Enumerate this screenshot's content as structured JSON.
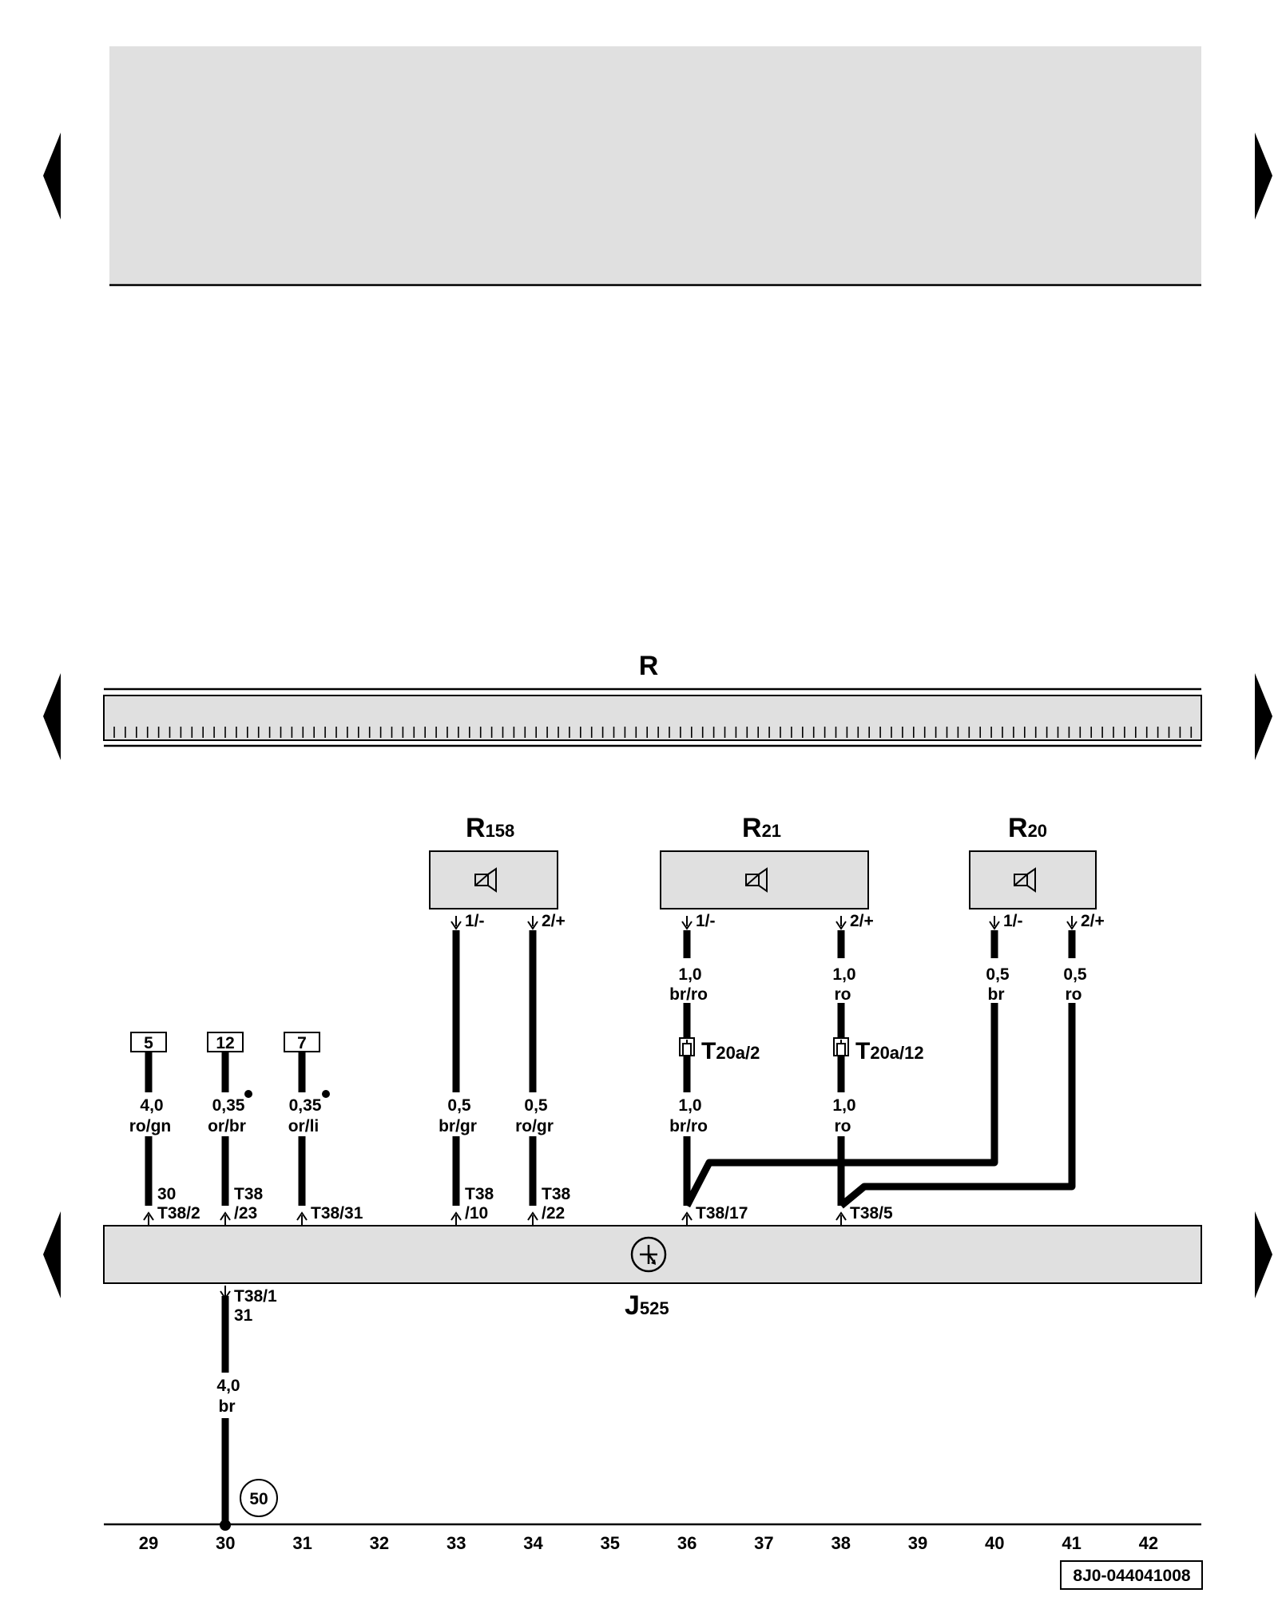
{
  "colors": {
    "panel_gray": "#e0e0e0",
    "ink": "#000000"
  },
  "nav": {
    "left_arrow_icon": "triangle-left-icon",
    "right_arrow_icon": "triangle-right-icon"
  },
  "bus": {
    "label": "R"
  },
  "module": {
    "letter": "J",
    "sub": "525",
    "icon": "processor-symbol-icon"
  },
  "speakers": [
    {
      "letter": "R",
      "sub": "158",
      "icon": "speaker-icon",
      "pins": [
        "1/-",
        "2/+"
      ]
    },
    {
      "letter": "R",
      "sub": "21",
      "icon": "speaker-icon",
      "pins": [
        "1/-",
        "2/+"
      ]
    },
    {
      "letter": "R",
      "sub": "20",
      "icon": "speaker-icon",
      "pins": [
        "1/-",
        "2/+"
      ]
    }
  ],
  "fuse_boxes": [
    "5",
    "12",
    "7"
  ],
  "wires": [
    {
      "gauge": "4,0",
      "color": "ro/gn",
      "term": "30",
      "pin": "T38/2"
    },
    {
      "gauge": "0,35",
      "color": "or/br",
      "pin_a": "T38",
      "pin_b": "/23"
    },
    {
      "gauge": "0,35",
      "color": "or/li",
      "pin": "T38/31"
    },
    {
      "gauge": "0,5",
      "color": "br/gr",
      "pin_a": "T38",
      "pin_b": "/10"
    },
    {
      "gauge": "0,5",
      "color": "ro/gr",
      "pin_a": "T38",
      "pin_b": "/22"
    },
    {
      "gauge_top": "1,0",
      "color_top": "br/ro",
      "gauge_bottom": "1,0",
      "color_bottom": "br/ro",
      "pin": "T38/17"
    },
    {
      "gauge_top": "1,0",
      "color_top": "ro",
      "gauge_bottom": "1,0",
      "color_bottom": "ro",
      "pin": "T38/5"
    },
    {
      "gauge": "0,5",
      "color": "br"
    },
    {
      "gauge": "0,5",
      "color": "ro"
    }
  ],
  "connectors": [
    {
      "letter": "T",
      "sub": "20a/2"
    },
    {
      "letter": "T",
      "sub": "20a/12"
    }
  ],
  "ground": {
    "pin_a": "T38/1",
    "pin_b": "31",
    "gauge": "4,0",
    "color": "br",
    "point": "50"
  },
  "columns": [
    "29",
    "30",
    "31",
    "32",
    "33",
    "34",
    "35",
    "36",
    "37",
    "38",
    "39",
    "40",
    "41",
    "42"
  ],
  "doc_number": "8J0-044041008"
}
